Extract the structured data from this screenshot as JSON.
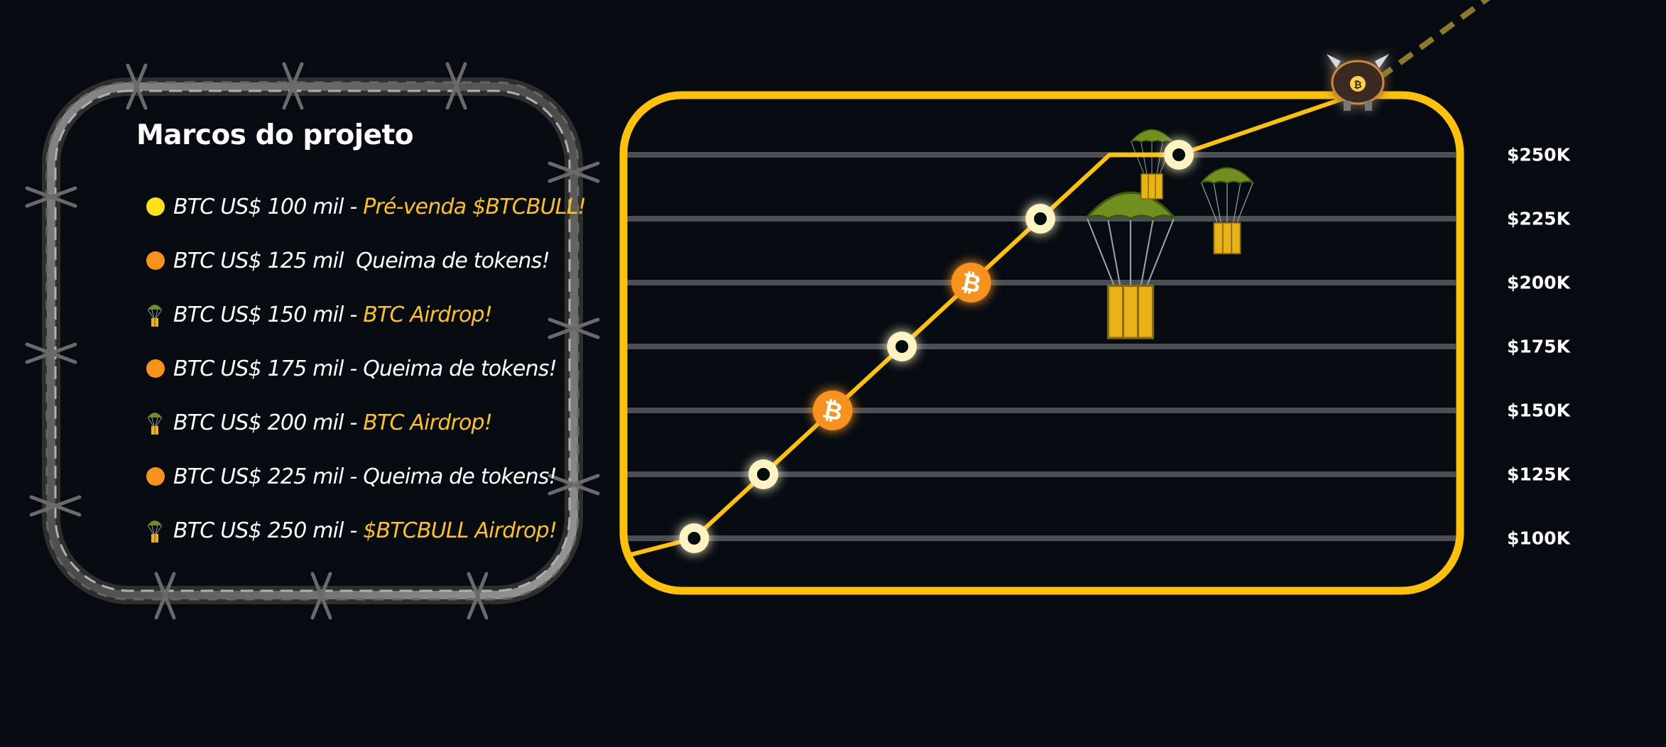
{
  "panel": {
    "title": "Marcos do projeto",
    "milestones": [
      {
        "icon": "yellow-dot-icon",
        "label": "BTC US$ 100 mil",
        "sep": " - ",
        "event": "Pré-venda $BTCBULL!",
        "highlight": true
      },
      {
        "icon": "orange-dot-icon",
        "label": "BTC US$ 125 mil",
        "sep": "  ",
        "event": "Queima de tokens!",
        "highlight": false
      },
      {
        "icon": "parachute-crate-icon",
        "label": "BTC US$ 150 mil",
        "sep": " - ",
        "event": "BTC Airdrop!",
        "highlight": true
      },
      {
        "icon": "orange-dot-icon",
        "label": "BTC US$ 175 mil",
        "sep": " - ",
        "event": "Queima de tokens!",
        "highlight": false
      },
      {
        "icon": "parachute-crate-icon",
        "label": "BTC US$ 200 mil",
        "sep": " - ",
        "event": "BTC Airdrop!",
        "highlight": true
      },
      {
        "icon": "orange-dot-icon",
        "label": "BTC US$ 225 mil",
        "sep": " - ",
        "event": "Queima de tokens!",
        "highlight": false
      },
      {
        "icon": "parachute-crate-icon",
        "label": "BTC US$ 250 mil",
        "sep": " - ",
        "event": "$BTCBULL Airdrop!",
        "highlight": true
      }
    ]
  },
  "chart_data": {
    "type": "line",
    "tick_labels": [
      "$250K",
      "$225K",
      "$200K",
      "$175K",
      "$150K",
      "$125K",
      "$100K"
    ],
    "ticks": [
      250,
      225,
      200,
      175,
      150,
      125,
      100
    ],
    "ylim": [
      100,
      250
    ],
    "path": [
      {
        "step": 0,
        "value": 93
      },
      {
        "step": 1,
        "value": 100
      },
      {
        "step": 2,
        "value": 125
      },
      {
        "step": 3,
        "value": 150
      },
      {
        "step": 4,
        "value": 175
      },
      {
        "step": 5,
        "value": 200
      },
      {
        "step": 6,
        "value": 225
      },
      {
        "step": 7,
        "value": 250
      },
      {
        "step": 8,
        "value": 250
      },
      {
        "step": 9,
        "value": 271
      }
    ],
    "markers": [
      {
        "step": 1,
        "kind": "ring"
      },
      {
        "step": 2,
        "kind": "ring"
      },
      {
        "step": 3,
        "kind": "bitcoin"
      },
      {
        "step": 4,
        "kind": "ring"
      },
      {
        "step": 5,
        "kind": "bitcoin"
      },
      {
        "step": 6,
        "kind": "ring"
      },
      {
        "step": 8,
        "kind": "ring"
      }
    ],
    "grid": true,
    "colors": {
      "line": "#ffc107",
      "frame": "#ffc107",
      "grid": "#4a4f54",
      "bitcoin": "#f7931a",
      "ring_fill": "#fff3c4",
      "parachute": "#6f8f1e",
      "crate": "#e9b317",
      "dashed_extension": "#8a7a2a"
    }
  }
}
